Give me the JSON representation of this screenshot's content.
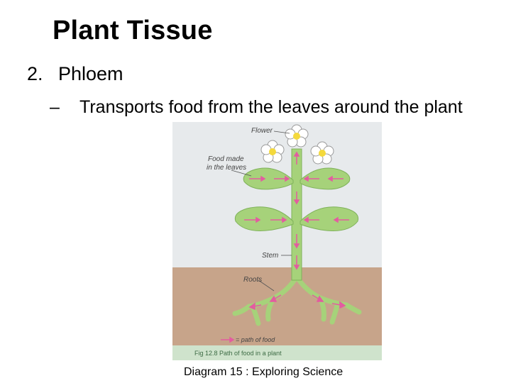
{
  "slide": {
    "title": "Plant Tissue",
    "item_number": "2.",
    "item_heading": "Phloem",
    "bullet_dash": "–",
    "bullet_text": "Transports food from the leaves around the plant",
    "caption": "Diagram 15  : Exploring Science"
  },
  "figure": {
    "labels": {
      "flower": "Flower",
      "food_made_line1": "Food made",
      "food_made_line2": "in the leaves",
      "stem": "Stem",
      "roots": "Roots",
      "legend": "= path of food",
      "fig_caption": "Fig 12.8 Path of food in a plant"
    },
    "colors": {
      "sky": "#e7eaec",
      "soil": "#c7a48a",
      "plant": "#a6d27a",
      "plant_outline": "#7fb25a",
      "arrow": "#e35ca0",
      "petal": "#ffffff",
      "flower_center": "#f4d93c",
      "caption_band": "#cfe3cc"
    }
  }
}
